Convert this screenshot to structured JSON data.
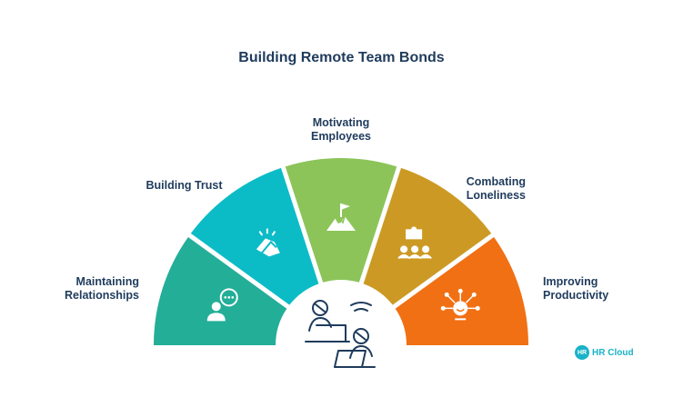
{
  "title": "Building Remote Team Bonds",
  "segments": [
    {
      "label": "Maintaining\nRelationships",
      "color": "#23ae98",
      "icon": "chat-person-icon"
    },
    {
      "label": "Building Trust",
      "color": "#0bbcc7",
      "icon": "handshake-icon"
    },
    {
      "label": "Motivating\nEmployees",
      "color": "#8cc45a",
      "icon": "mountain-flag-icon"
    },
    {
      "label": "Combating\nLoneliness",
      "color": "#cc9a24",
      "icon": "puzzle-group-icon"
    },
    {
      "label": "Improving\nProductivity",
      "color": "#f17013",
      "icon": "network-person-icon"
    }
  ],
  "center_icon": "remote-workers-laptop-icon",
  "brand": {
    "badge": "HR",
    "name": "HR Cloud"
  }
}
